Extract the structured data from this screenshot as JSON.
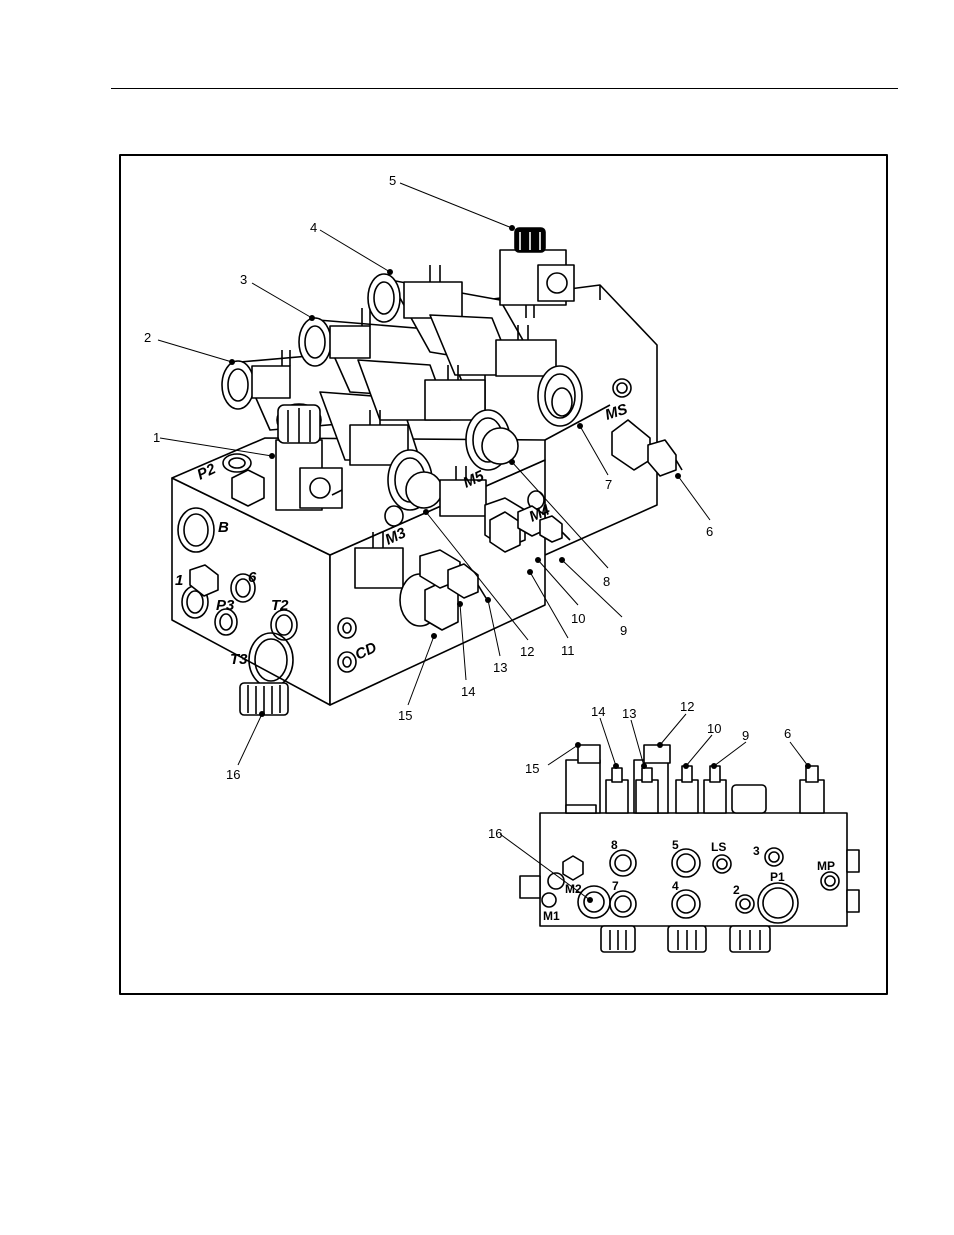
{
  "figure": {
    "callouts": [
      {
        "id": "c1",
        "label": "1"
      },
      {
        "id": "c2",
        "label": "2"
      },
      {
        "id": "c3",
        "label": "3"
      },
      {
        "id": "c4",
        "label": "4"
      },
      {
        "id": "c5",
        "label": "5"
      },
      {
        "id": "c6",
        "label": "6"
      },
      {
        "id": "c7",
        "label": "7"
      },
      {
        "id": "c8",
        "label": "8"
      },
      {
        "id": "c9",
        "label": "9"
      },
      {
        "id": "c10",
        "label": "10"
      },
      {
        "id": "c11",
        "label": "11"
      },
      {
        "id": "c12",
        "label": "12"
      },
      {
        "id": "c13",
        "label": "13"
      },
      {
        "id": "c14",
        "label": "14"
      },
      {
        "id": "c15",
        "label": "15"
      },
      {
        "id": "c16",
        "label": "16"
      },
      {
        "id": "d6",
        "label": "6"
      },
      {
        "id": "d9",
        "label": "9"
      },
      {
        "id": "d10",
        "label": "10"
      },
      {
        "id": "d12",
        "label": "12"
      },
      {
        "id": "d13",
        "label": "13"
      },
      {
        "id": "d14",
        "label": "14"
      },
      {
        "id": "d15",
        "label": "15"
      },
      {
        "id": "d16",
        "label": "16"
      }
    ],
    "port_labels": {
      "ms": "MS",
      "p2": "P2",
      "b": "B",
      "one": "1",
      "six": "6",
      "p3": "P3",
      "t2": "T2",
      "t3": "T3",
      "cd": "CD",
      "m5": "M5",
      "m4": "M4",
      "m3": "M3",
      "r8": "8",
      "r5": "5",
      "ls": "LS",
      "r3": "3",
      "mp": "MP",
      "r7": "7",
      "r4": "4",
      "r2": "2",
      "p1": "P1",
      "m1": "M1",
      "m2": "M2"
    }
  }
}
